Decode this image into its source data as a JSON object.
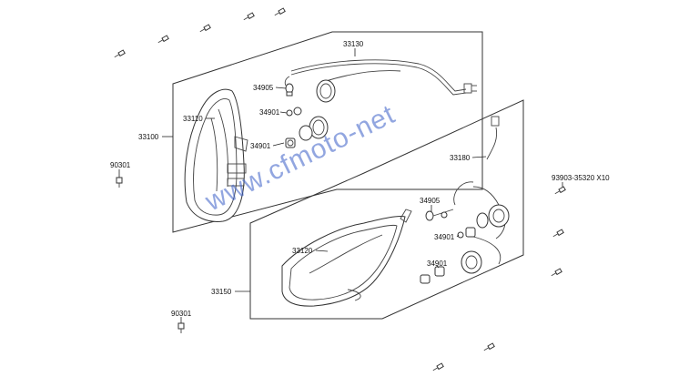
{
  "watermark": "www.cfmoto-net",
  "labels": {
    "p33130": "33130",
    "p34905a": "34905",
    "p34901a": "34901",
    "p34901b": "34901",
    "p33110": "33110",
    "p33100": "33100",
    "p90301a": "90301",
    "p33180": "33180",
    "p93903": "93903-35320 X10",
    "p34905b": "34905",
    "p33120": "33120",
    "p34901c": "34901",
    "p34901d": "34901",
    "p33150": "33150",
    "p90301b": "90301"
  },
  "colors": {
    "line": "#333333",
    "watermark": "#3a5fc8"
  }
}
